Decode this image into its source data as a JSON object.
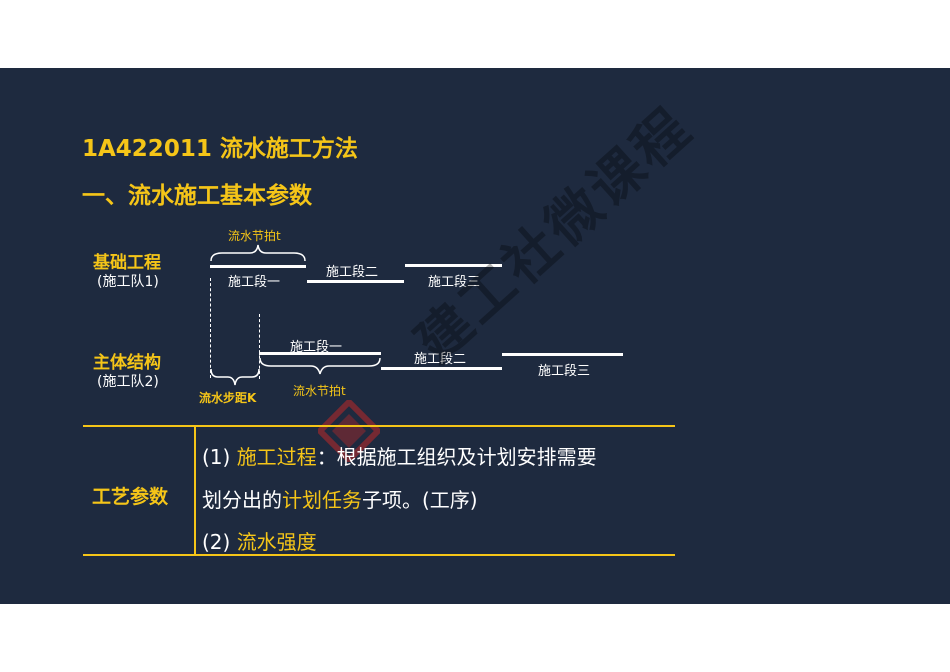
{
  "title": {
    "line1": "1A422011 流水施工方法",
    "line2": "一、流水施工基本参数"
  },
  "diagram": {
    "row1": {
      "name": "基础工程",
      "team": "(施工队1)"
    },
    "row2": {
      "name": "主体结构",
      "team": "(施工队2)"
    },
    "row1_segments": [
      "施工段一",
      "施工段二",
      "施工段三"
    ],
    "row2_segments": [
      "施工段一",
      "施工段二",
      "施工段三"
    ],
    "beat_label_top": "流水节拍t",
    "beat_label_bottom": "流水节拍t",
    "step_label": "流水步距K"
  },
  "table": {
    "label": "工艺参数",
    "line1_prefix": "(1) ",
    "line1_highlight": "施工过程",
    "line1_rest": "：根据施工组织及计划安排需要",
    "line2_a": "划分出的",
    "line2_highlight": "计划任务",
    "line2_rest": "子项。(工序)",
    "line3_prefix": "(2) ",
    "line3_highlight": "流水强度"
  },
  "watermark": {
    "text": "建工社微课程"
  },
  "colors": {
    "background": "#1e2a3f",
    "accent": "#f5c518",
    "text": "#ffffff"
  }
}
